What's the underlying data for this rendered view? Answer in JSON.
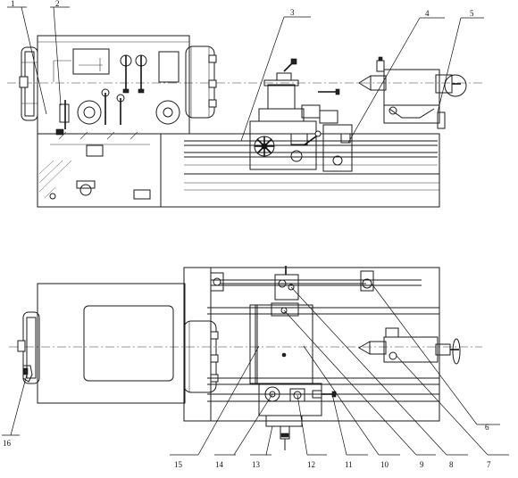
{
  "callouts": [
    {
      "id": "callout-1",
      "label": "1"
    },
    {
      "id": "callout-2",
      "label": "2"
    },
    {
      "id": "callout-3",
      "label": "3"
    },
    {
      "id": "callout-4",
      "label": "4"
    },
    {
      "id": "callout-5",
      "label": "5"
    },
    {
      "id": "callout-6",
      "label": "6"
    },
    {
      "id": "callout-7",
      "label": "7"
    },
    {
      "id": "callout-8",
      "label": "8"
    },
    {
      "id": "callout-9",
      "label": "9"
    },
    {
      "id": "callout-10",
      "label": "10"
    },
    {
      "id": "callout-11",
      "label": "11"
    },
    {
      "id": "callout-12",
      "label": "12"
    },
    {
      "id": "callout-13",
      "label": "13"
    },
    {
      "id": "callout-14",
      "label": "14"
    },
    {
      "id": "callout-15",
      "label": "15"
    },
    {
      "id": "callout-16",
      "label": "16"
    }
  ]
}
